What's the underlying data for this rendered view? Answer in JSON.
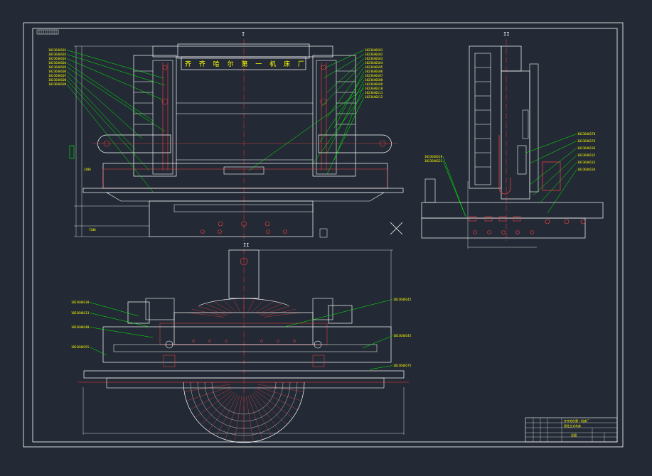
{
  "drawing": {
    "plate_text": "齐 齐 哈 尔 第 一 机 床 厂",
    "section_marks": [
      "I",
      "II",
      "II"
    ],
    "front_callouts_left": [
      "1023640101",
      "1023640102",
      "1023640103",
      "1023640104",
      "1023640105",
      "1023640106",
      "1023640107",
      "1023640108",
      "1023640109"
    ],
    "front_callouts_right": [
      "1023640101",
      "1023640102",
      "1023640103",
      "1023640104",
      "1023640105",
      "1023640106",
      "1023640107",
      "1023640108",
      "1023640109",
      "1023640110",
      "1023640111",
      "1023640112"
    ],
    "side_callouts_left": [
      "1023640120",
      "1023640121"
    ],
    "side_callouts_right": [
      "1023640170",
      "1023640176",
      "1023640136",
      "1023640132",
      "1023640133",
      "1023640134"
    ],
    "plan_callouts_left": [
      "1023640130",
      "1023640113",
      "1023640140",
      "1023640155"
    ],
    "plan_callouts_right": [
      "1023640142",
      "1023640145",
      "1023640175"
    ],
    "title_block": {
      "company": "齐齐哈尔第一机床厂",
      "drawing_name": "双柱立式车床",
      "sheet": "总图"
    }
  },
  "colors": {
    "background": "#232a35",
    "frame": "#ffffff",
    "structure": "#ffffff",
    "detail": "#ff4040",
    "centerline": "#ff3030",
    "leader": "#00ff00",
    "text": "#ffff00"
  }
}
